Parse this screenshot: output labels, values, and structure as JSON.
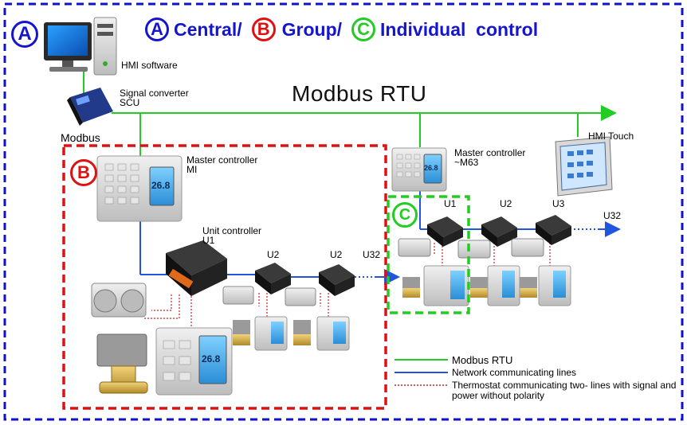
{
  "title": {
    "badge_a": "A",
    "badge_b": "B",
    "badge_c": "C",
    "part_central": "Central/",
    "part_group": "Group/",
    "part_individual": "Individual  control"
  },
  "corner_badge": "A",
  "bus_label": "Modbus RTU",
  "labels": {
    "hmi_software": "HMI software",
    "signal_converter_1": "Signal converter",
    "signal_converter_2": "SCU",
    "modbus": "Modbus",
    "master_mi_1": "Master controller",
    "master_mi_2": "MI",
    "master_m63_1": "Master controller",
    "master_m63_2": "~M63",
    "hmi_touch": "HMI Touch",
    "unit_controller_1": "Unit controller",
    "unit_controller_2": "U1"
  },
  "group_units": [
    "U2",
    "U2",
    "U32"
  ],
  "individual_units": [
    "U1",
    "U2",
    "U3",
    "U32"
  ],
  "group_badge": "B",
  "individual_badge": "C",
  "display_reading": "26.8",
  "legend": [
    {
      "label": "Modbus RTU",
      "color": "#22cc22"
    },
    {
      "label": "Network communicating lines",
      "color": "#2255dd"
    },
    {
      "label": "Thermostat communicating two- lines with signal and power without polarity",
      "color": "#cc2222"
    }
  ],
  "colors": {
    "frame_blue": "#1111cc",
    "title_blue": "#1515d0",
    "group_red": "#dd1111",
    "individual_green": "#22cc22",
    "modbus_green": "#22cc22",
    "network_blue": "#2255dd",
    "thermostat_red": "#cc2222"
  }
}
